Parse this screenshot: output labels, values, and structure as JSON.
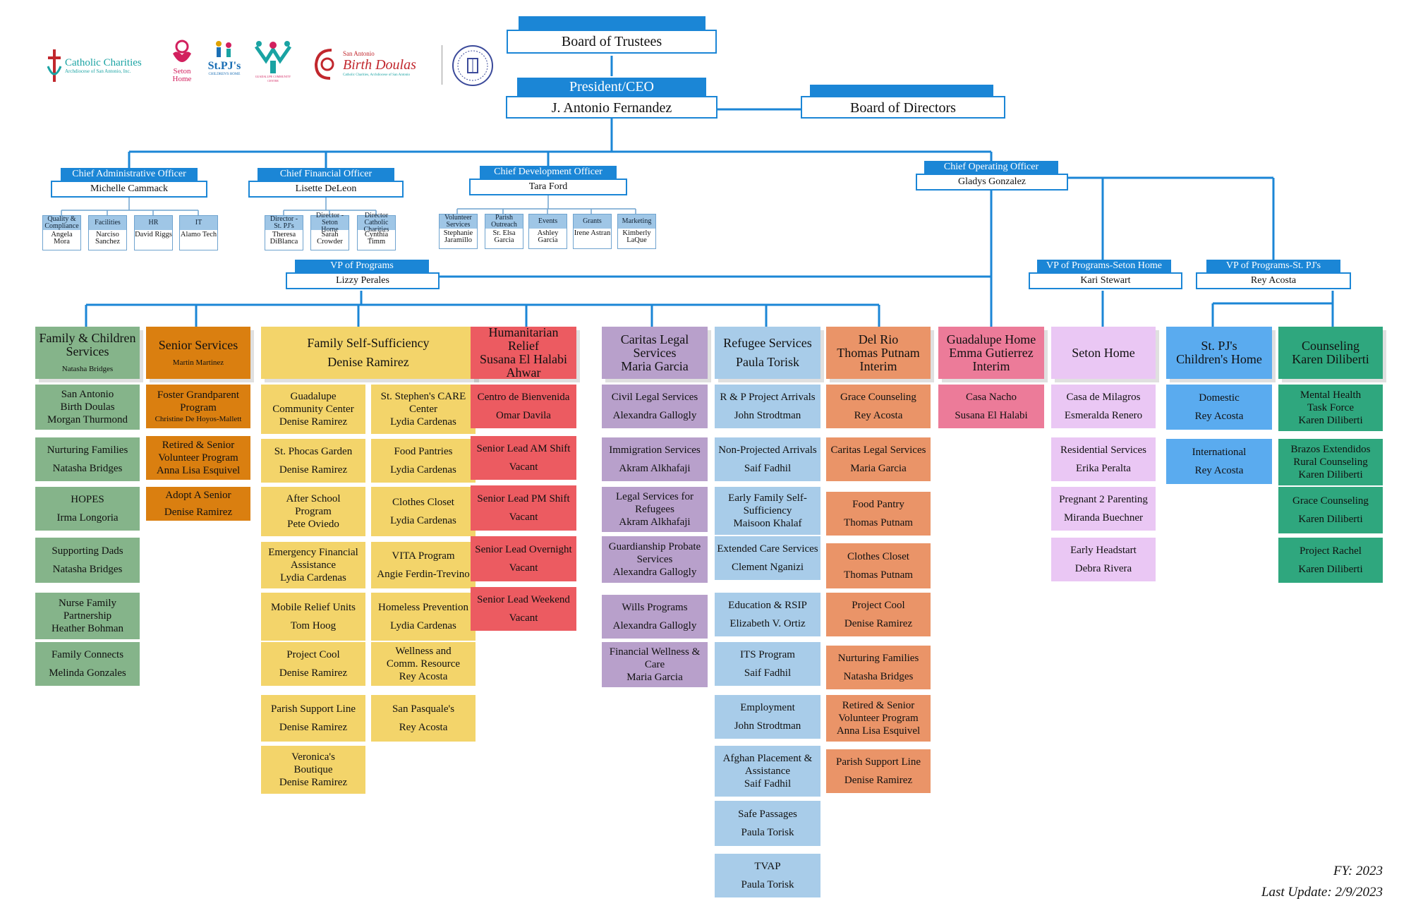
{
  "logos": {
    "cc_name": "Catholic Charities",
    "cc_sub": "Archdiocese of San Antonio, Inc.",
    "seton": "Seton\nHome",
    "stpj": "St.PJ's",
    "stpj_sub": "CHILDREN'S HOME",
    "guadalupe_sub": "GUADALUPE COMMUNITY CENTER",
    "doulas_top": "San Antonio",
    "doulas": "Birth Doulas",
    "doulas_sub": "Catholic Charities, Archdiocese of San Antonio"
  },
  "board_trustees": "Board of Trustees",
  "ceo": {
    "title": "President/CEO",
    "name": "J. Antonio Fernandez"
  },
  "board_directors": "Board of Directors",
  "officers": [
    {
      "title": "Chief Administrative Officer",
      "name": "Michelle Cammack",
      "subs": [
        {
          "t": "Quality & Compliance",
          "n": "Angela Mora"
        },
        {
          "t": "Facilities",
          "n": "Narciso Sanchez"
        },
        {
          "t": "HR",
          "n": "David Riggs"
        },
        {
          "t": "IT",
          "n": "Alamo Tech"
        }
      ]
    },
    {
      "title": "Chief Financial Officer",
      "name": "Lisette DeLeon",
      "subs": [
        {
          "t": "Director - St. PJ's",
          "n": "Theresa DiBlanca"
        },
        {
          "t": "Director - Seton Home",
          "n": "Sarah Crowder"
        },
        {
          "t": "Director Catholic Charities",
          "n": "Cynthia Timm"
        }
      ]
    },
    {
      "title": "Chief Development Officer",
      "name": "Tara Ford",
      "subs": [
        {
          "t": "Volunteer Services",
          "n": "Stephanie Jaramillo"
        },
        {
          "t": "Parish Outreach",
          "n": "Sr. Elsa Garcia"
        },
        {
          "t": "Events",
          "n": "Ashley Garcia"
        },
        {
          "t": "Grants",
          "n": "Irene Astran"
        },
        {
          "t": "Marketing",
          "n": "Kimberly LaQue"
        }
      ]
    },
    {
      "title": "Chief Operating Officer",
      "name": "Gladys Gonzalez",
      "subs": []
    }
  ],
  "vps": [
    {
      "title": "VP of Programs",
      "name": "Lizzy Perales"
    },
    {
      "title": "VP of Programs-Seton Home",
      "name": "Kari Stewart"
    },
    {
      "title": "VP of Programs-St. PJ's",
      "name": "Rey Acosta"
    }
  ],
  "colors": {
    "blue": "#1b86d6",
    "green": "#85b48a",
    "orange": "#da7f10",
    "yellow": "#f3d46a",
    "red": "#ec5b61",
    "purple": "#b8a0cb",
    "lightblue": "#a8cce9",
    "salmon": "#ea9468",
    "pink": "#ec7b99",
    "lavender": "#eac7f4",
    "skyblue": "#5aabef",
    "teal": "#2fa77e"
  },
  "columns": [
    {
      "color": "green",
      "head": {
        "lines": [
          "Family & Children",
          "Services"
        ],
        "sm": "Natasha Bridges"
      },
      "items": [
        [
          "San Antonio",
          "Birth Doulas",
          "Morgan Thurmond"
        ],
        [
          "Nurturing Families",
          "",
          "Natasha Bridges"
        ],
        [
          "HOPES",
          "",
          "Irma Longoria"
        ],
        [
          "Supporting Dads",
          "",
          "Natasha Bridges"
        ],
        [
          "Nurse Family",
          "Partnership",
          "Heather Bohman"
        ],
        [
          "Family Connects",
          "",
          "Melinda Gonzales"
        ]
      ]
    },
    {
      "color": "orange",
      "head": {
        "lines": [
          "Senior Services"
        ],
        "sm": "Martin Martinez"
      },
      "items": [
        [
          "Foster Grandparent",
          "Program",
          "Christine De Hoyos-Mallett"
        ],
        [
          "Retired & Senior",
          "Volunteer Program",
          "Anna Lisa Esquivel"
        ],
        [
          "Adopt A Senior",
          "",
          "Denise Ramirez"
        ]
      ]
    },
    {
      "color": "yellow",
      "head": {
        "lines": [
          "Family Self-Sufficiency",
          "",
          "Denise Ramirez"
        ]
      },
      "items": [
        [
          "Guadalupe",
          "Community Center",
          "Denise Ramirez"
        ],
        [
          "St. Phocas Garden",
          "",
          "Denise Ramirez"
        ],
        [
          "After School",
          "Program",
          "Pete Oviedo"
        ],
        [
          "Emergency Financial",
          "Assistance",
          "Lydia Cardenas"
        ],
        [
          "Mobile Relief Units",
          "",
          "Tom Hoog"
        ],
        [
          "Project Cool",
          "",
          "Denise Ramirez"
        ],
        [
          "Parish Support Line",
          "",
          "Denise Ramirez"
        ],
        [
          "Veronica's",
          "Boutique",
          "Denise Ramirez"
        ]
      ],
      "items2": [
        [
          "St. Stephen's CARE",
          "Center",
          "Lydia Cardenas"
        ],
        [
          "Food Pantries",
          "",
          "Lydia Cardenas"
        ],
        [
          "Clothes Closet",
          "",
          "Lydia Cardenas"
        ],
        [
          "VITA Program",
          "",
          "Angie Ferdin-Trevino"
        ],
        [
          "Homeless Prevention",
          "",
          "Lydia Cardenas"
        ],
        [
          "Wellness and",
          "Comm. Resource",
          "Rey Acosta"
        ],
        [
          "San Pasquale's",
          "",
          "Rey Acosta"
        ]
      ]
    },
    {
      "color": "red",
      "head": {
        "lines": [
          "Humanitarian Relief",
          "Susana El Halabi",
          "Ahwar"
        ]
      },
      "items": [
        [
          "Centro de Bienvenida",
          "",
          "Omar Davila"
        ],
        [
          "Senior Lead AM Shift",
          "",
          "Vacant"
        ],
        [
          "Senior Lead PM Shift",
          "",
          "Vacant"
        ],
        [
          "Senior Lead Overnight",
          "",
          "Vacant"
        ],
        [
          "Senior Lead Weekend",
          "",
          "Vacant"
        ]
      ]
    },
    {
      "color": "purple",
      "head": {
        "lines": [
          "Caritas Legal",
          "Services",
          "Maria Garcia"
        ]
      },
      "items": [
        [
          "Civil Legal Services",
          "",
          "Alexandra Gallogly"
        ],
        [
          "Immigration Services",
          "",
          "Akram Alkhafaji"
        ],
        [
          "Legal Services for",
          "Refugees",
          "Akram Alkhafaji"
        ],
        [
          "Guardianship Probate",
          "Services",
          "Alexandra Gallogly"
        ],
        [
          "Wills Programs",
          "",
          "Alexandra Gallogly"
        ],
        [
          "Financial Wellness &",
          "Care",
          "Maria Garcia"
        ]
      ]
    },
    {
      "color": "lightblue",
      "head": {
        "lines": [
          "Refugee Services",
          "",
          "Paula Torisk"
        ]
      },
      "items": [
        [
          "R & P Project Arrivals",
          "",
          "John Strodtman"
        ],
        [
          "Non-Projected Arrivals",
          "",
          "Saif Fadhil"
        ],
        [
          "Early Family Self-",
          "Sufficiency",
          "Maisoon Khalaf"
        ],
        [
          "Extended Care Services",
          "",
          "Clement Nganizi"
        ],
        [
          "Education & RSIP",
          "",
          "Elizabeth V. Ortiz"
        ],
        [
          "ITS Program",
          "",
          "Saif Fadhil"
        ],
        [
          "Employment",
          "",
          "John Strodtman"
        ],
        [
          "Afghan Placement &",
          "Assistance",
          "Saif Fadhil"
        ],
        [
          "Safe Passages",
          "",
          "Paula Torisk"
        ],
        [
          "TVAP",
          "",
          "Paula Torisk"
        ]
      ]
    },
    {
      "color": "salmon",
      "head": {
        "lines": [
          "Del Rio",
          "Thomas Putnam",
          "Interim"
        ]
      },
      "items": [
        [
          "Grace Counseling",
          "",
          "Rey Acosta"
        ],
        [
          "Caritas Legal Services",
          "",
          "Maria Garcia"
        ],
        [
          "Food Pantry",
          "",
          "Thomas Putnam"
        ],
        [
          "Clothes Closet",
          "",
          "Thomas Putnam"
        ],
        [
          "Project Cool",
          "",
          "Denise Ramirez"
        ],
        [
          "Nurturing Families",
          "",
          "Natasha Bridges"
        ],
        [
          "Retired & Senior",
          "Volunteer Program",
          "Anna Lisa Esquivel"
        ],
        [
          "Parish Support Line",
          "",
          "Denise Ramirez"
        ]
      ]
    },
    {
      "color": "pink",
      "head": {
        "lines": [
          "Guadalupe Home",
          "Emma Gutierrez",
          "Interim"
        ]
      },
      "items": [
        [
          "Casa Nacho",
          "",
          "Susana El Halabi"
        ]
      ]
    },
    {
      "color": "lavender",
      "head": {
        "lines": [
          "Seton Home"
        ]
      },
      "items": [
        [
          "Casa de Milagros",
          "",
          "Esmeralda Renero"
        ],
        [
          "Residential Services",
          "",
          "Erika Peralta"
        ],
        [
          "Pregnant 2 Parenting",
          "",
          "Miranda Buechner"
        ],
        [
          "Early Headstart",
          "",
          "Debra Rivera"
        ]
      ]
    },
    {
      "color": "skyblue",
      "head": {
        "lines": [
          "St. PJ's",
          "Children's Home"
        ]
      },
      "items": [
        [
          "Domestic",
          "",
          "Rey Acosta"
        ],
        [
          "International",
          "",
          "Rey Acosta"
        ]
      ]
    },
    {
      "color": "teal",
      "head": {
        "lines": [
          "Counseling",
          "Karen Diliberti"
        ]
      },
      "items": [
        [
          "Mental Health",
          "Task Force",
          "Karen Diliberti"
        ],
        [
          "Brazos Extendidos",
          "Rural Counseling",
          "Karen Diliberti"
        ],
        [
          "Grace Counseling",
          "",
          "Karen Diliberti"
        ],
        [
          "Project Rachel",
          "",
          "Karen Diliberti"
        ]
      ]
    }
  ],
  "footer": {
    "fy": "FY: 2023",
    "update": "Last Update: 2/9/2023"
  }
}
